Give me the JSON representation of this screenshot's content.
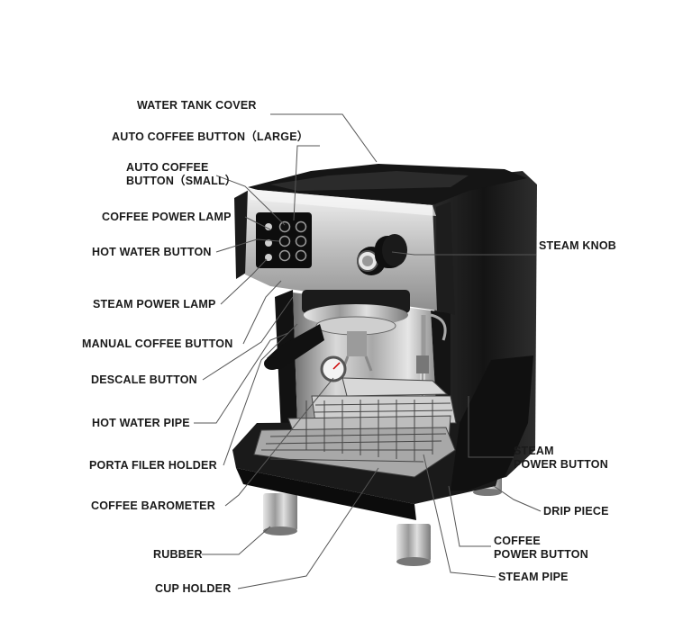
{
  "labels": {
    "water_tank_cover": "WATER TANK COVER",
    "auto_coffee_large": "AUTO COFFEE BUTTON（LARGE）",
    "auto_coffee_small_1": "AUTO COFFEE",
    "auto_coffee_small_2": "BUTTON（SMALL）",
    "coffee_power_lamp": "COFFEE POWER LAMP",
    "hot_water_button": "HOT WATER BUTTON",
    "steam_power_lamp": "STEAM POWER LAMP",
    "manual_coffee_button": "MANUAL COFFEE BUTTON",
    "descale_button": "DESCALE BUTTON",
    "hot_water_pipe": "HOT WATER PIPE",
    "porta_filer_holder": "PORTA FILER HOLDER",
    "coffee_barometer": "COFFEE BAROMETER",
    "rubber": "RUBBER",
    "cup_holder": "CUP HOLDER",
    "steam_knob": "STEAM KNOB",
    "steam_power_button_1": "STEAM",
    "steam_power_button_2": "POWER BUTTON",
    "drip_piece": "DRIP PIECE",
    "coffee_power_button_1": "COFFEE",
    "coffee_power_button_2": "POWER BUTTON",
    "steam_pipe": "STEAM PIPE"
  },
  "colors": {
    "body_dark": "#1e1e1e",
    "steel": "#b9b9b9",
    "leader_line": "#555555"
  }
}
